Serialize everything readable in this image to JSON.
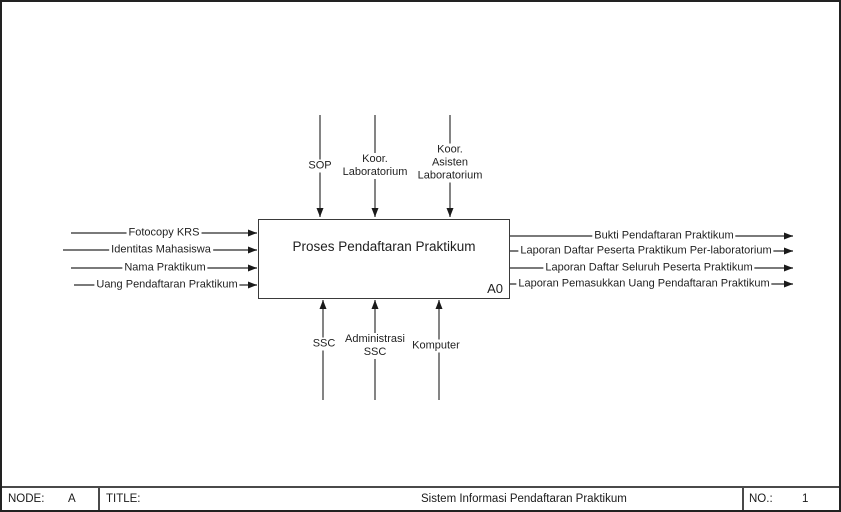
{
  "diagram": {
    "process": {
      "title": "Proses Pendaftaran Praktikum",
      "node_id": "A0"
    },
    "inputs": [
      "Fotocopy KRS",
      "Identitas Mahasiswa",
      "Nama Praktikum",
      "Uang Pendaftaran Praktikum"
    ],
    "controls": [
      "SOP",
      "Koor.\nLaboratorium",
      "Koor.\nAsisten\nLaboratorium"
    ],
    "outputs": [
      "Bukti Pendaftaran Praktikum",
      "Laporan Daftar Peserta Praktikum Per-laboratorium",
      "Laporan Daftar Seluruh Peserta Praktikum",
      "Laporan Pemasukkan Uang Pendaftaran Praktikum"
    ],
    "mechanisms": [
      "SSC",
      "Administrasi\nSSC",
      "Komputer"
    ]
  },
  "title_bar": {
    "node_label": "NODE:",
    "node_value": "A",
    "title_label": "TITLE:",
    "title_value": "Sistem Informasi Pendaftaran Praktikum",
    "no_label": "NO.:",
    "no_value": "1"
  },
  "colors": {
    "line": "#4f4f4f",
    "arrowhead": "#1a1a1a",
    "text": "#1f1f1f",
    "background": "#ffffff",
    "border": "#222222"
  }
}
